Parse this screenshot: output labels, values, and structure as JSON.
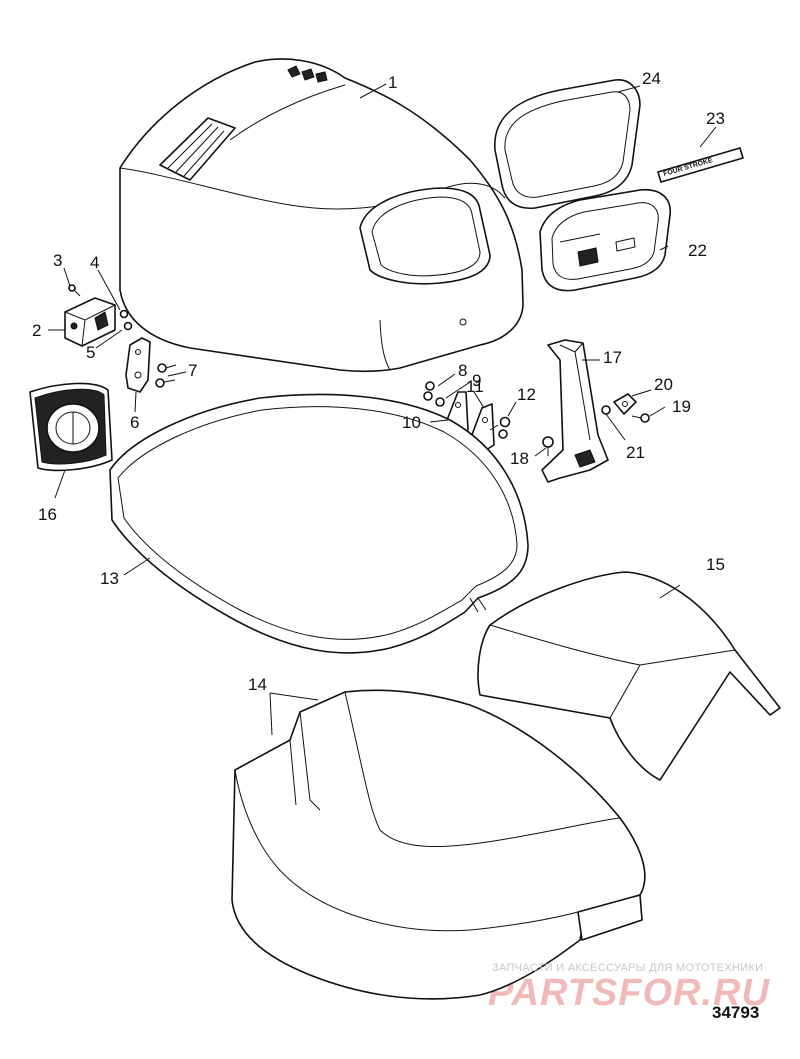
{
  "parts": [
    {
      "number": "1"
    },
    {
      "number": "2"
    },
    {
      "number": "3"
    },
    {
      "number": "4"
    },
    {
      "number": "5"
    },
    {
      "number": "6"
    },
    {
      "number": "7"
    },
    {
      "number": "8"
    },
    {
      "number": "9"
    },
    {
      "number": "10"
    },
    {
      "number": "11"
    },
    {
      "number": "12"
    },
    {
      "number": "13"
    },
    {
      "number": "14"
    },
    {
      "number": "15"
    },
    {
      "number": "16"
    },
    {
      "number": "17"
    },
    {
      "number": "18"
    },
    {
      "number": "19"
    },
    {
      "number": "20"
    },
    {
      "number": "21"
    },
    {
      "number": "22"
    },
    {
      "number": "23"
    },
    {
      "number": "24"
    }
  ],
  "diagram_number": "34793",
  "decal_text": "FOUR STROKE",
  "watermark": {
    "caption": "ЗАПЧАСТИ И АКСЕССУАРЫ ДЛЯ МОТОТЕХНИКИ",
    "logo": "PARTSFOR.RU"
  }
}
